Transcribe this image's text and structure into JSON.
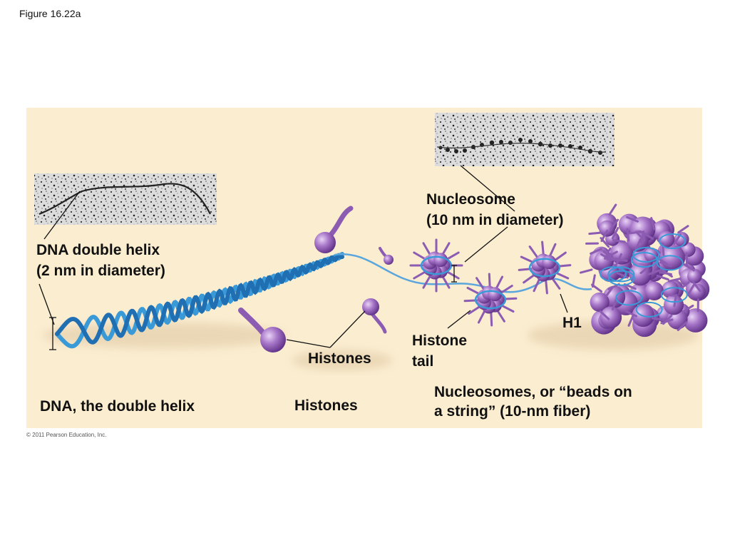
{
  "figure_label": "Figure 16.22a",
  "copyright": "© 2011 Pearson Education, Inc.",
  "labels": {
    "dna_double_helix": "DNA double helix\n(2 nm in diameter)",
    "nucleosome": "Nucleosome\n(10 nm in diameter)",
    "histones_pointer": "Histones",
    "histone_tail": "Histone\ntail",
    "h1": "H1"
  },
  "captions": {
    "dna": "DNA, the double helix",
    "histones": "Histones",
    "nucleosomes": "Nucleosomes, or “beads on\na string” (10-nm fiber)"
  },
  "colors": {
    "panel": "#fbedd0",
    "dna_blue": "#3a9ad8",
    "histone_purple": "#9b6bbf",
    "histone_dark": "#6e3f95"
  }
}
